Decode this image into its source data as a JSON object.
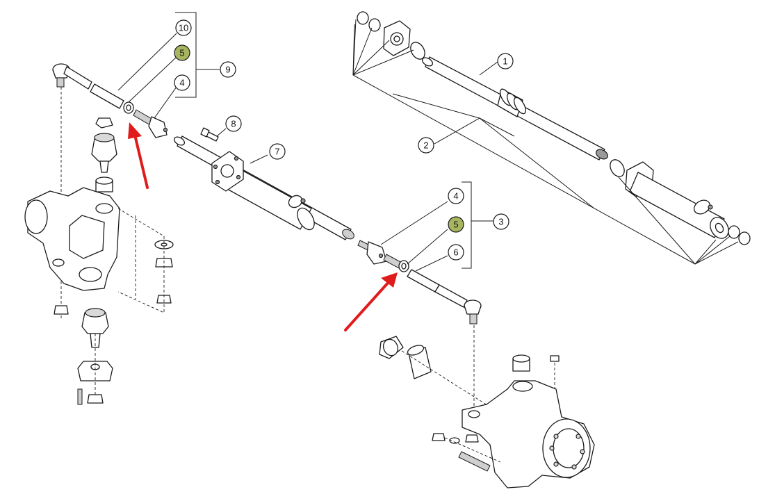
{
  "callouts": [
    {
      "id": "c1",
      "label": "1",
      "highlight": false
    },
    {
      "id": "c2",
      "label": "2",
      "highlight": false
    },
    {
      "id": "c3",
      "label": "3",
      "highlight": false
    },
    {
      "id": "c4a",
      "label": "4",
      "highlight": false
    },
    {
      "id": "c4b",
      "label": "4",
      "highlight": false
    },
    {
      "id": "c5a",
      "label": "5",
      "highlight": true
    },
    {
      "id": "c5b",
      "label": "5",
      "highlight": true
    },
    {
      "id": "c6",
      "label": "6",
      "highlight": false
    },
    {
      "id": "c7",
      "label": "7",
      "highlight": false
    },
    {
      "id": "c8",
      "label": "8",
      "highlight": false
    },
    {
      "id": "c9",
      "label": "9",
      "highlight": false
    },
    {
      "id": "c10",
      "label": "10",
      "highlight": false
    }
  ],
  "colors": {
    "highlight_callout": "#a8b560",
    "arrow": "#e01b1b",
    "line": "#1a1a1a"
  }
}
